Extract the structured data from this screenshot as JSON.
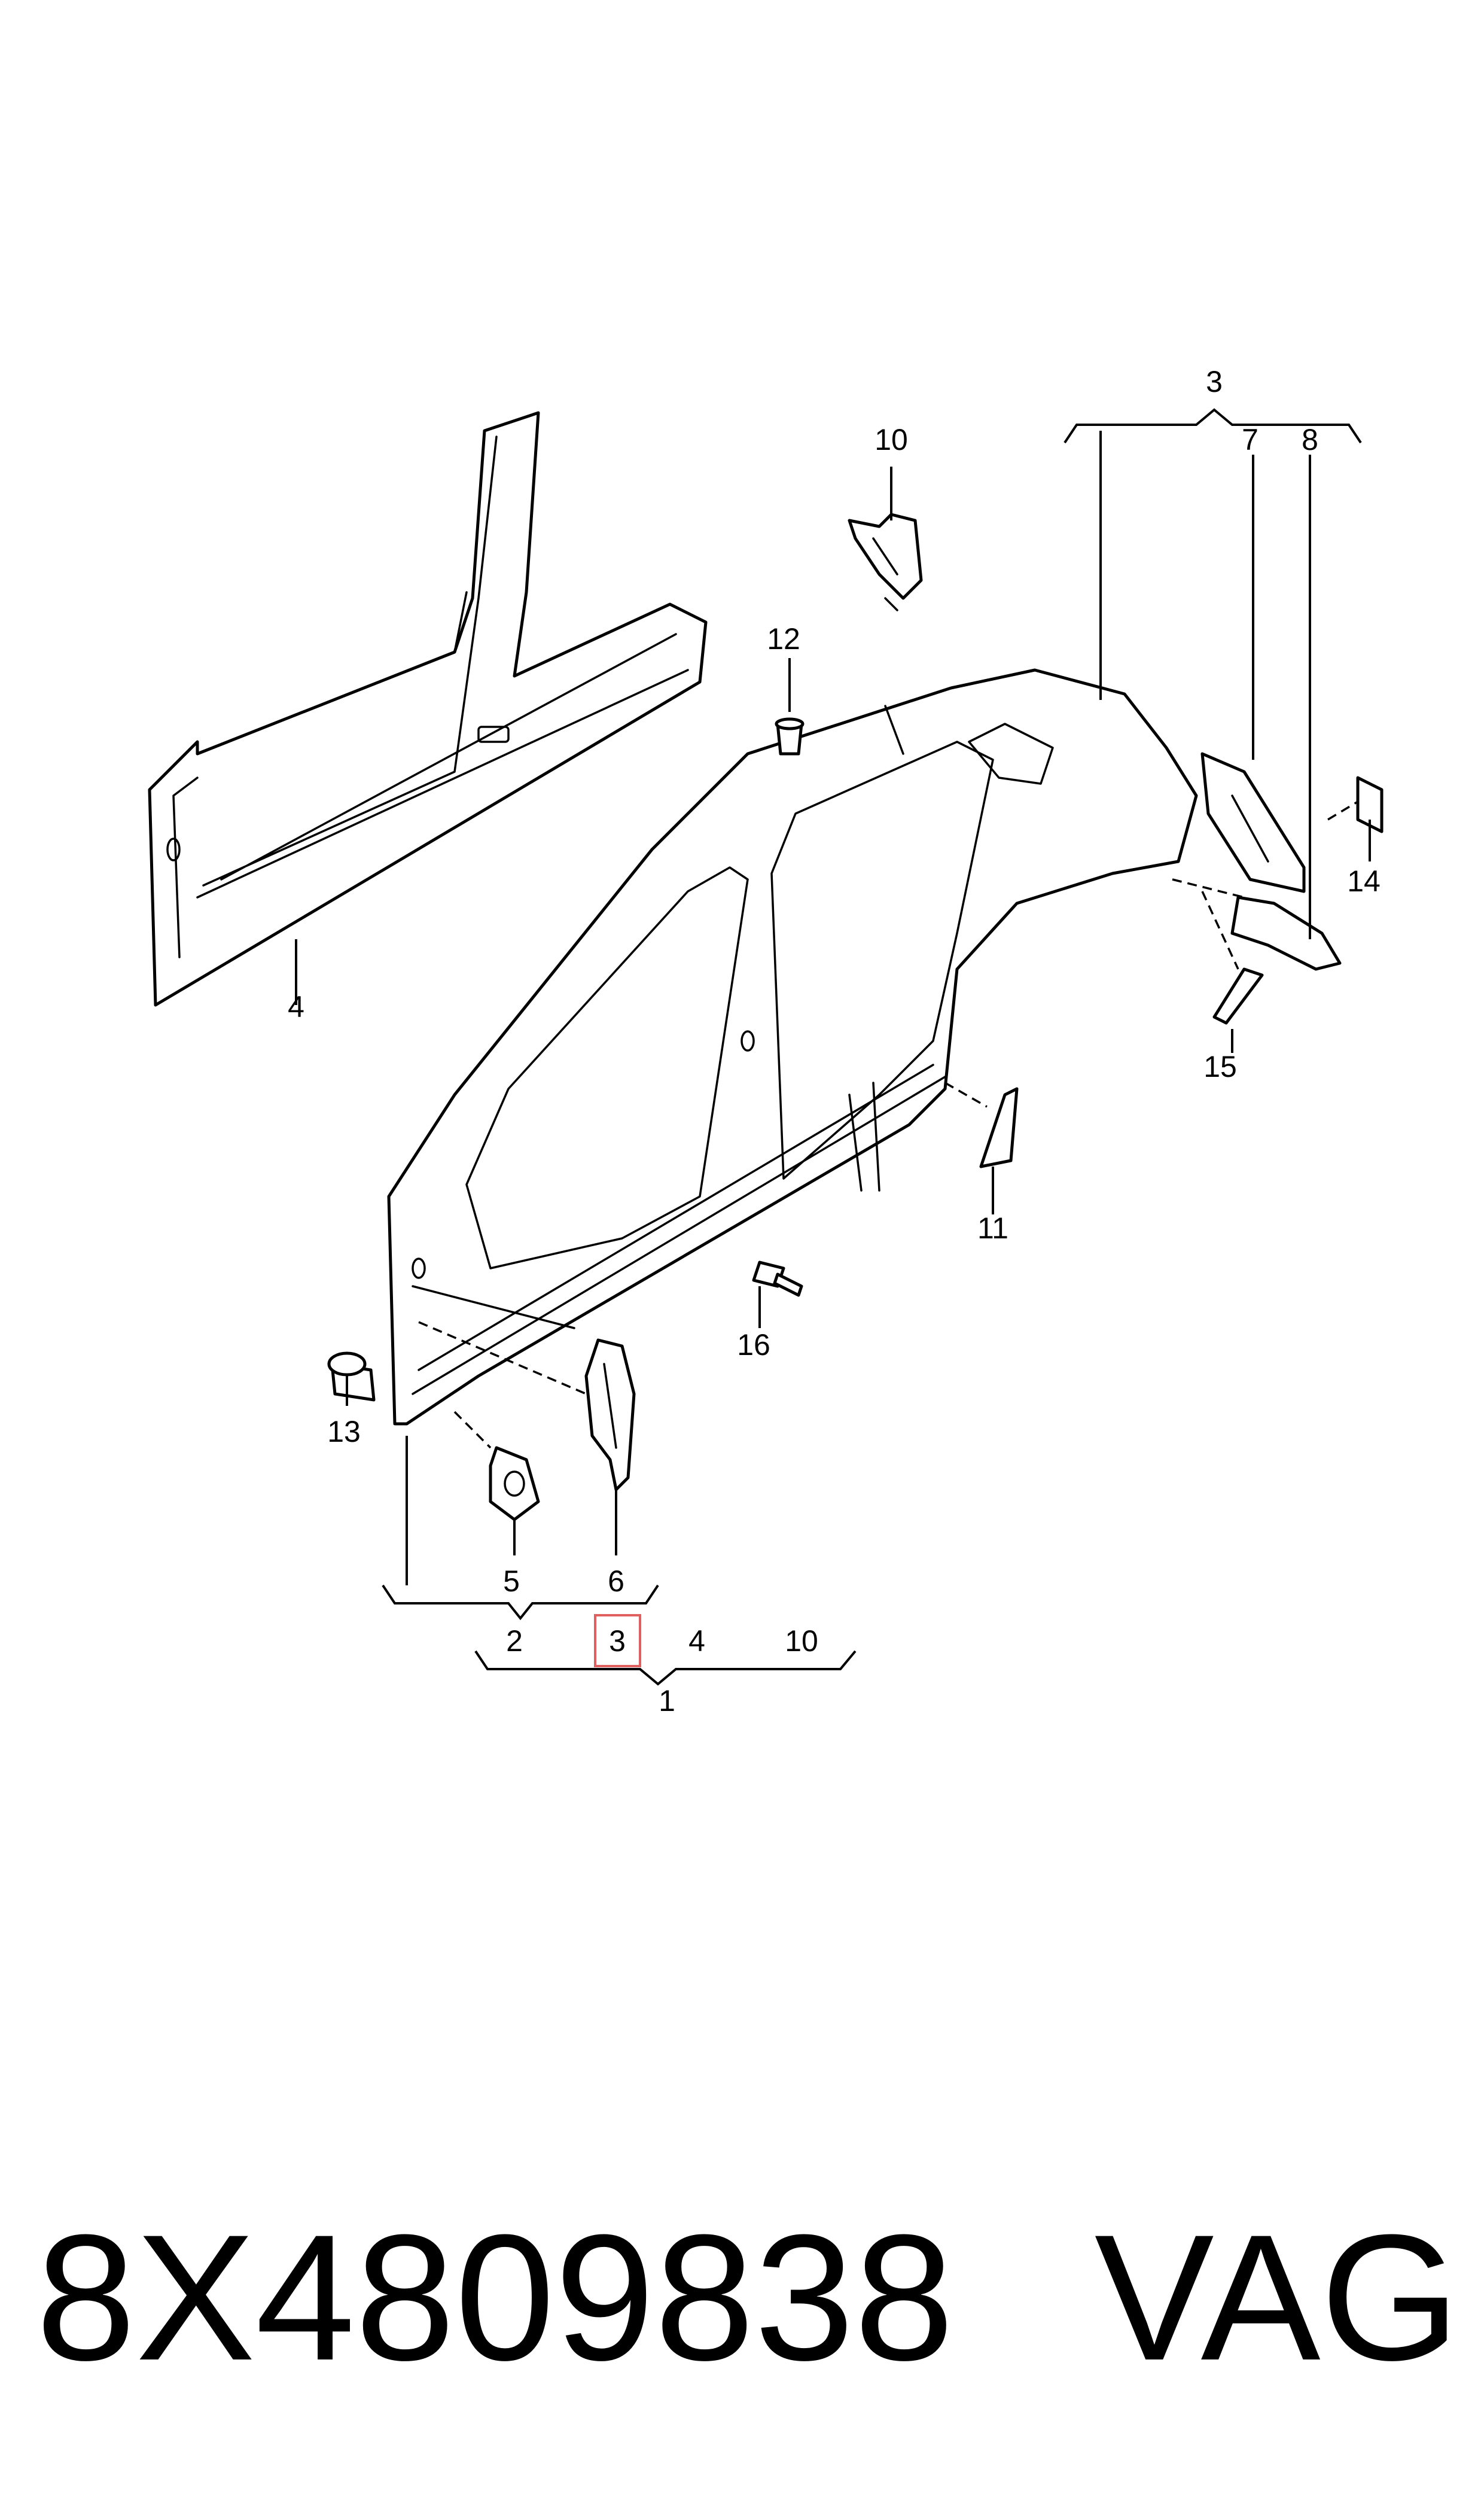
{
  "diagram": {
    "callouts": {
      "c1": "1",
      "c2": "2",
      "c3_top": "3",
      "c3_bottom": "3",
      "c4_top": "4",
      "c4_bottom": "4",
      "c5": "5",
      "c6": "6",
      "c7": "7",
      "c8": "8",
      "c10_top": "10",
      "c10_bottom": "10",
      "c11": "11",
      "c12": "12",
      "c13": "13",
      "c14": "14",
      "c15": "15",
      "c16": "16"
    },
    "highlight_color": "#e06060"
  },
  "footer": {
    "part_number": "8X4809838",
    "brand": "VAG"
  }
}
